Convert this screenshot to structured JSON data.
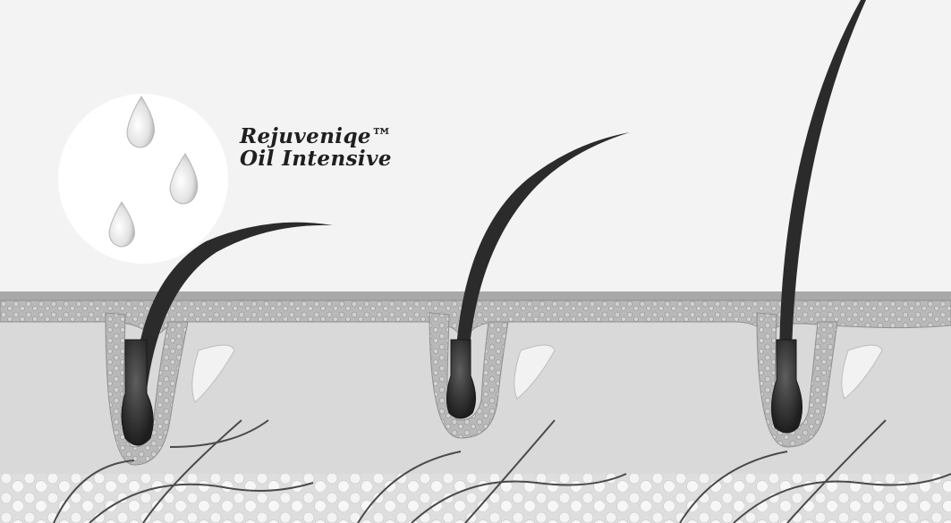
{
  "label": {
    "line1": "Rejuveniqe™",
    "line2": "Oil Intensive"
  },
  "icons": {
    "droplets": "oil-droplet-icon",
    "circle": "oil-droplets-circle"
  },
  "stages": [
    {
      "name": "short-hair-follicle"
    },
    {
      "name": "medium-hair-follicle"
    },
    {
      "name": "long-hair-follicle"
    }
  ],
  "colors": {
    "background": "#f3f3f3",
    "skin_surface": "#c9c9c9",
    "epidermis": "#bdbdbd",
    "dermis": "#dadada",
    "hair": "#2b2b2b",
    "fat_cells": "#f2f2f2"
  }
}
